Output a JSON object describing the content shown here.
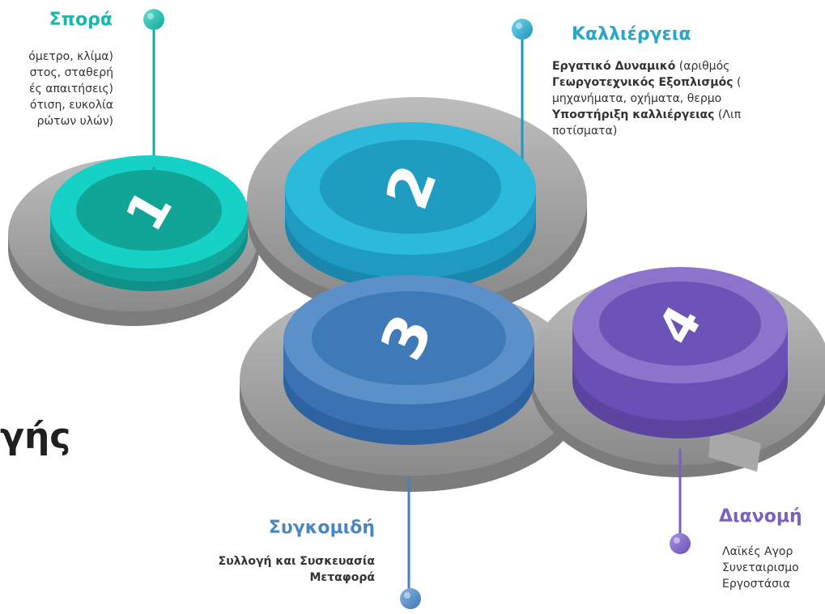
{
  "steps": [
    {
      "number": "1",
      "title": "Σπορά",
      "lines": [
        "όμετρο, κλίμα)",
        "στος, σταθερή",
        "ές απαιτήσεις)",
        "ότιση, ευκολία",
        "ρώτων υλών)"
      ]
    },
    {
      "number": "2",
      "title": "Καλλιέργεια",
      "lines": [
        {
          "bold": "Εργατικό Δυναμικό",
          "rest": " (αριθμός"
        },
        {
          "bold": "Γεωργοτεχνικός Εξοπλισμός",
          "rest": " ("
        },
        {
          "bold": "",
          "rest": "μηχανήματα, οχήματα, θερμο"
        },
        {
          "bold": "Υποστήριξη καλλιέργειας",
          "rest": " (Λιπ"
        },
        {
          "bold": "",
          "rest": "ποτίσματα)"
        }
      ]
    },
    {
      "number": "3",
      "title": "Συγκομιδή",
      "lines": [
        "Συλλογή και Συσκευασία",
        "Μεταφορά"
      ]
    },
    {
      "number": "4",
      "title": "Διανομή",
      "lines": [
        "Λαϊκές Αγορ",
        "Συνεταιρισμο",
        "Εργοστάσια"
      ]
    }
  ],
  "main_title_fragment": "γής",
  "colors": {
    "teal": "#17b8ad",
    "cyan": "#29b6d8",
    "blue": "#4a86c0",
    "purple": "#7a5fc0",
    "platform": "#9a9a9a"
  }
}
